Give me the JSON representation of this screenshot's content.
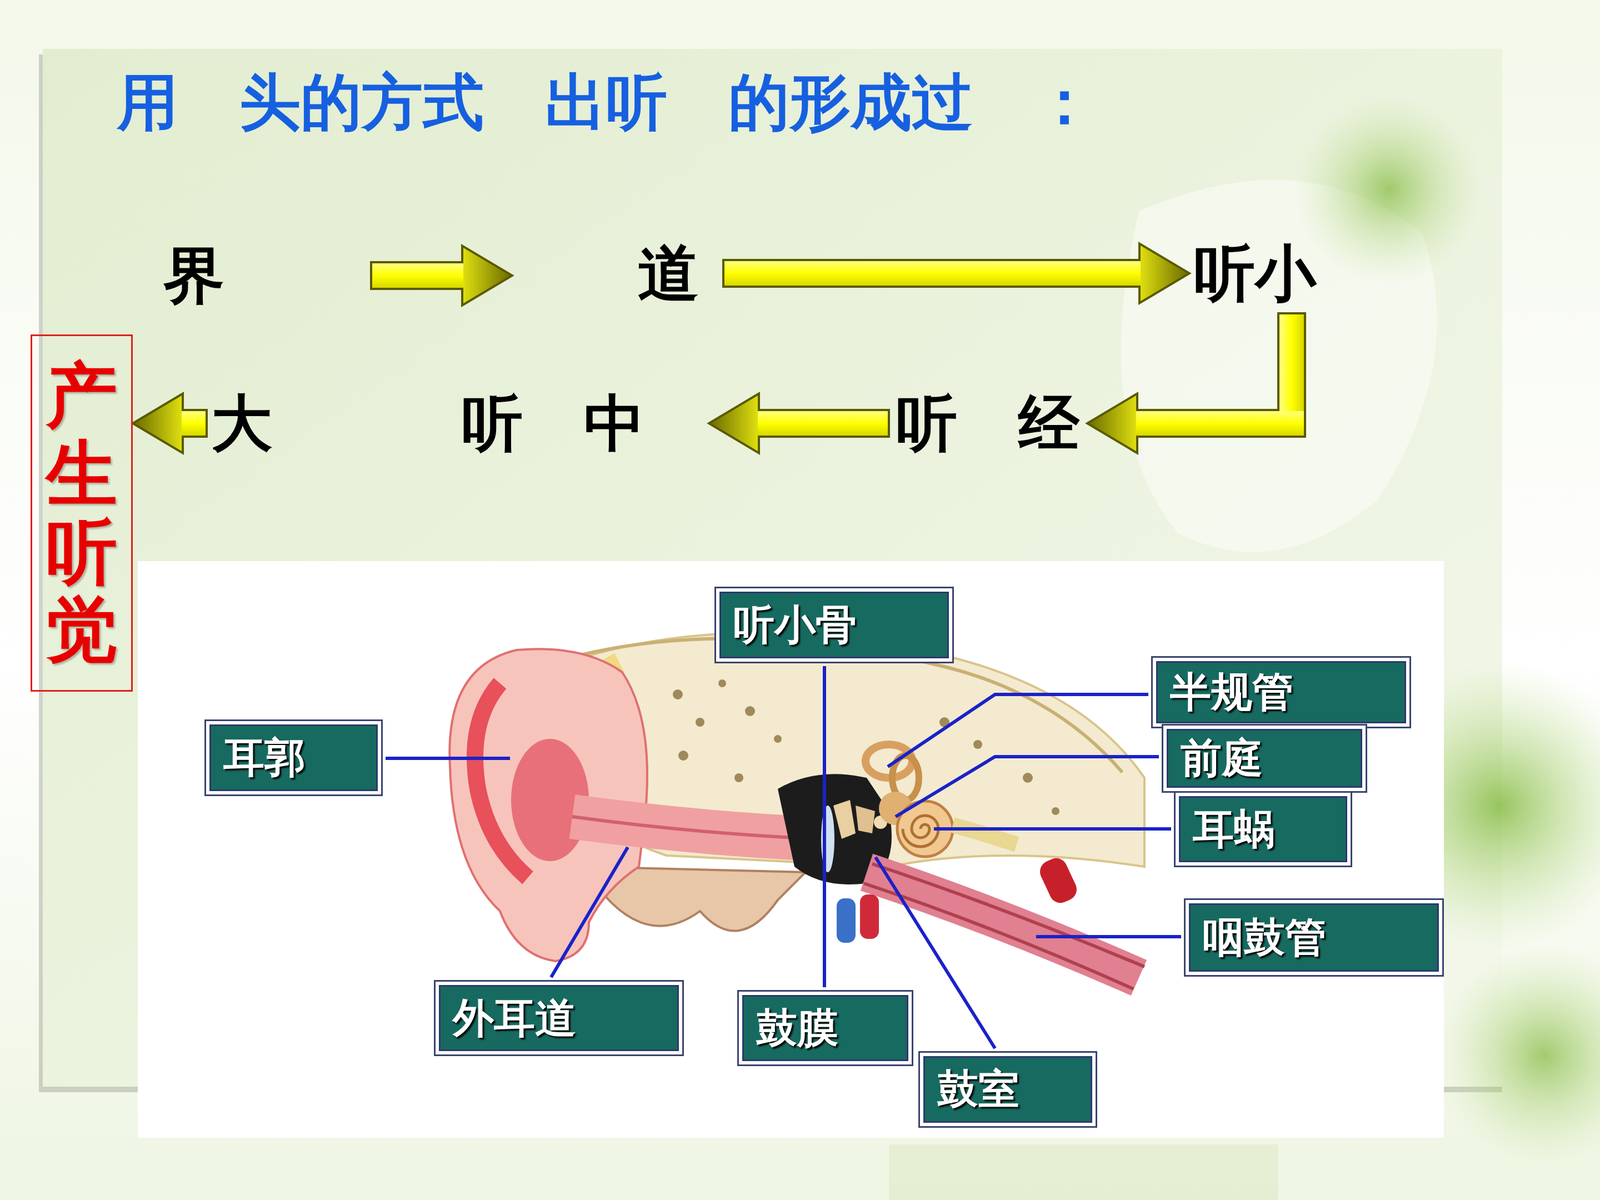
{
  "diagram": {
    "title": "用　头的方式　出听　的形成过　：",
    "nodes": [
      {
        "text": [
          "界"
        ]
      },
      {
        "text": [
          "道"
        ]
      },
      {
        "text": [
          "听小"
        ]
      },
      {
        "text": [
          "产生听觉"
        ]
      },
      {
        "text": [
          "大"
        ]
      },
      {
        "text": [
          "听　中"
        ]
      },
      {
        "text": [
          "听　经"
        ]
      },
      {
        "text": [
          "听小骨"
        ]
      },
      {
        "text": [
          "半规管"
        ]
      },
      {
        "text": [
          "前庭"
        ]
      },
      {
        "text": [
          "耳郭"
        ]
      },
      {
        "text": [
          "耳蜗"
        ]
      },
      {
        "text": [
          "咽鼓管"
        ]
      },
      {
        "text": [
          "外耳道"
        ]
      },
      {
        "text": [
          "鼓膜"
        ]
      },
      {
        "text": [
          "鼓室"
        ]
      }
    ],
    "edges": [
      {
        "from": 0,
        "to": 1,
        "arrow": "to"
      },
      {
        "from": 1,
        "to": 2,
        "arrow": "to"
      },
      {
        "from": 2,
        "to": 6,
        "arrow": "to"
      },
      {
        "from": 6,
        "to": 5,
        "arrow": "to"
      },
      {
        "from": 4,
        "to": 3,
        "arrow": "to"
      }
    ]
  }
}
